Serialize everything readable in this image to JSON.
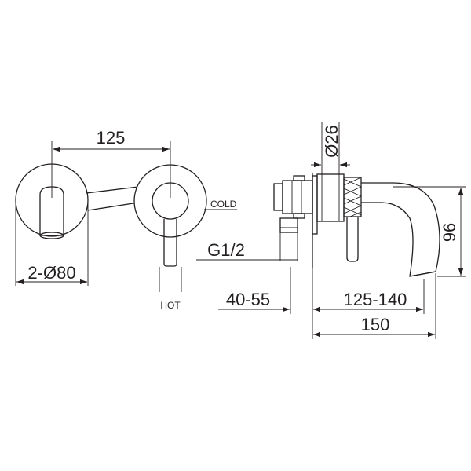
{
  "front_view": {
    "centre_distance": "125",
    "plate_diameter": "2-Ø80",
    "cold_label": "COLD",
    "hot_label": "HOT"
  },
  "side_view": {
    "handle_diameter": "Ø26",
    "thread": "G1/2",
    "wall_depth_range": "40-55",
    "spout_projection": "125-140",
    "overall_projection": "150",
    "spout_height": "96"
  }
}
